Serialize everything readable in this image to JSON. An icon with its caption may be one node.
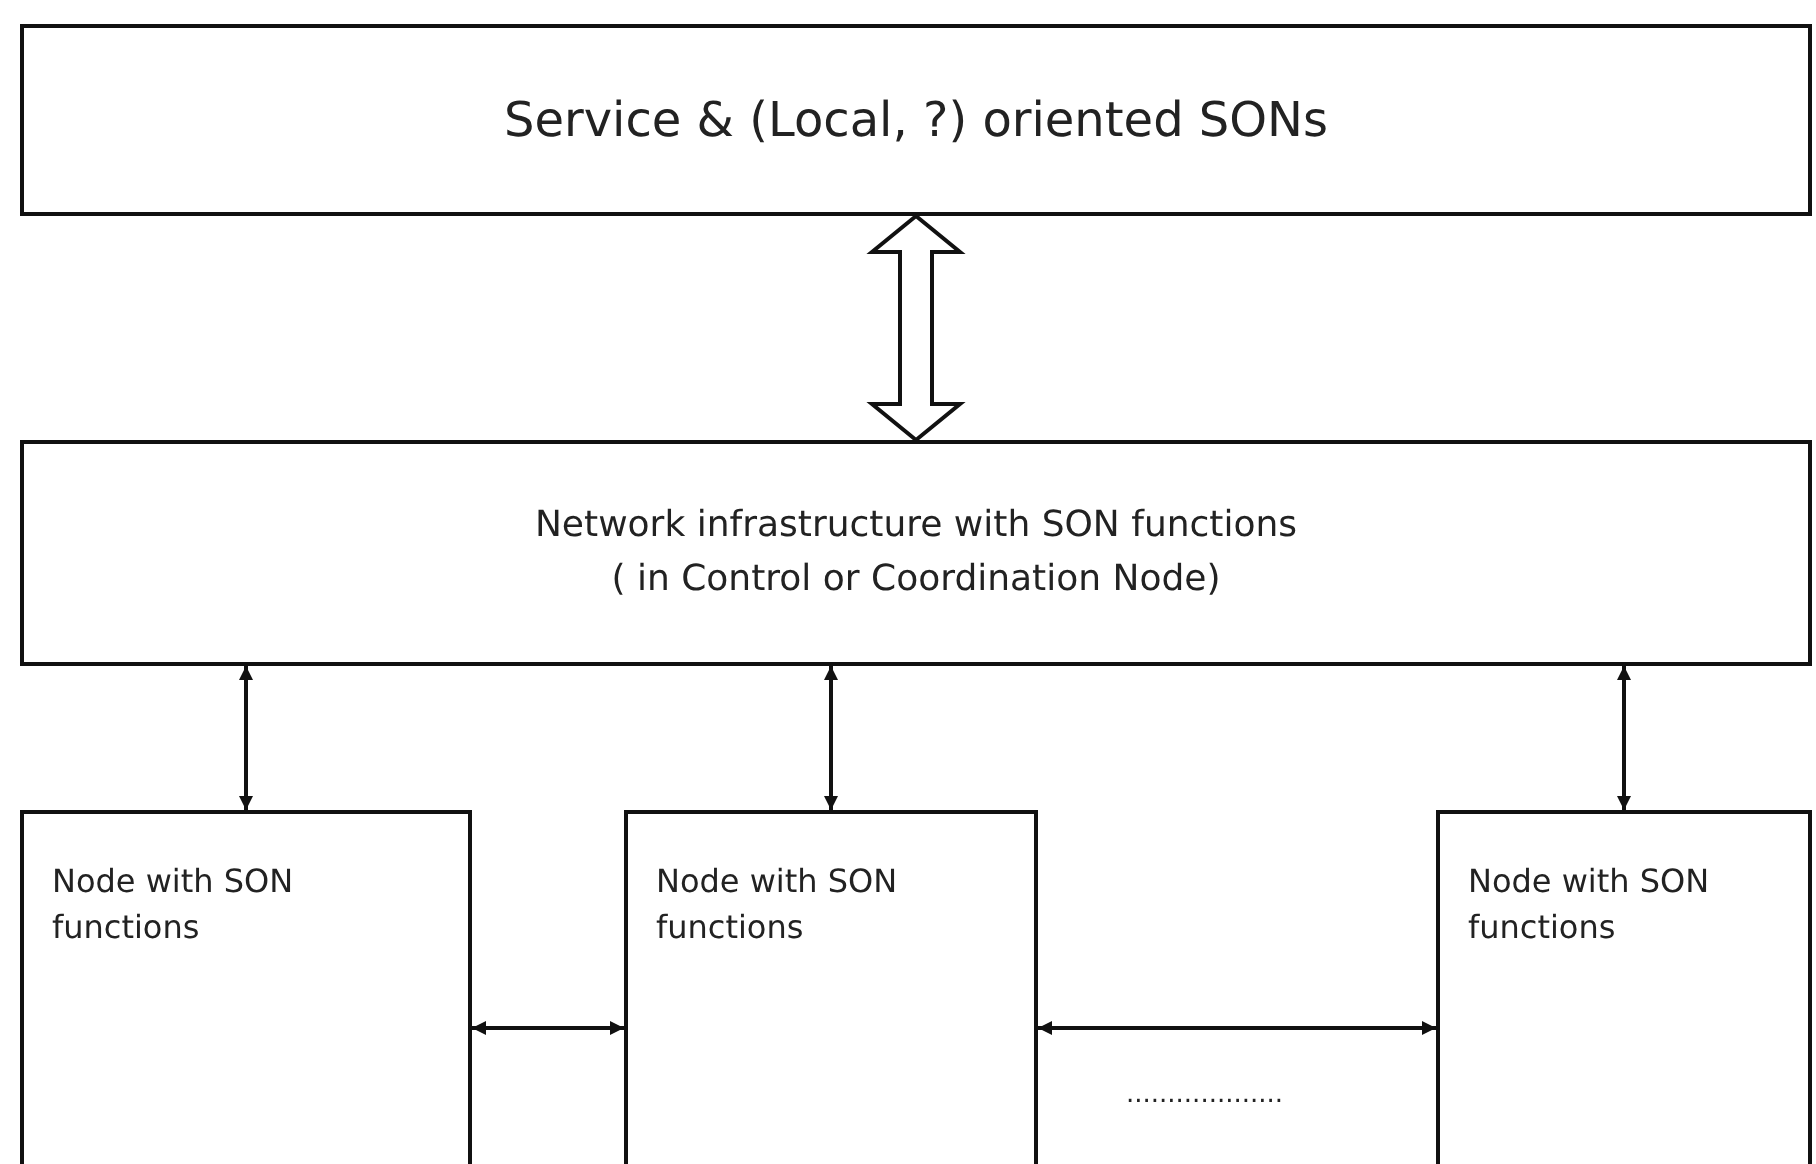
{
  "diagram": {
    "nodes": [
      {
        "text": [
          "Service & (Local, ?) oriented SONs"
        ]
      },
      {
        "text": [
          "Network infrastructure with SON functions ( in Control or Coordination Node)"
        ]
      },
      {
        "text": [
          "Node with SON functions"
        ]
      },
      {
        "text": [
          "Node with SON functions"
        ]
      },
      {
        "text": [
          "Node with SON functions"
        ]
      }
    ],
    "edges": [
      {
        "from": 0,
        "to": 1,
        "arrow": "both",
        "style": "thick"
      },
      {
        "from": 1,
        "to": 2,
        "arrow": "both"
      },
      {
        "from": 1,
        "to": 3,
        "arrow": "both"
      },
      {
        "from": 1,
        "to": 4,
        "arrow": "both"
      },
      {
        "from": 2,
        "to": 3,
        "arrow": "both"
      },
      {
        "from": 3,
        "to": 4,
        "arrow": "both"
      }
    ],
    "labels": [
      "..................."
    ]
  }
}
